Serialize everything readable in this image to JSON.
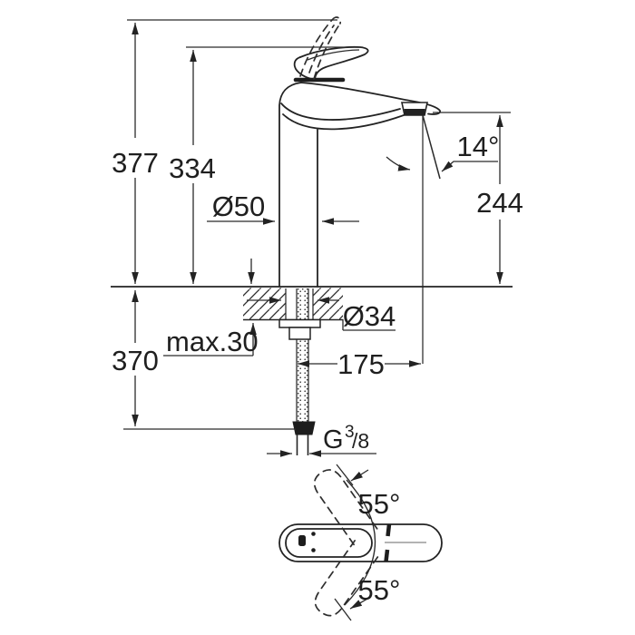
{
  "diagram": {
    "type": "technical-dimension-drawing",
    "subject": "single-lever basin mixer tap, side elevation with mounting section and plan view of lever swivel range",
    "background_color": "#ffffff",
    "line_color": "#232323",
    "labels": {
      "overall_height": "377",
      "height_to_lever": "334",
      "body_diameter": "Ø50",
      "spout_stream_angle": "14°",
      "outlet_height": "244",
      "mounting_hole_diameter": "Ø34",
      "max_deck_thickness": "max.30",
      "supply_length_below_deck": "370",
      "spout_reach": "175",
      "thread_letter": "G",
      "thread_numerator": "3",
      "thread_denominator": "/8",
      "swivel_angle_upper": "55°",
      "swivel_angle_lower": "55°"
    }
  }
}
